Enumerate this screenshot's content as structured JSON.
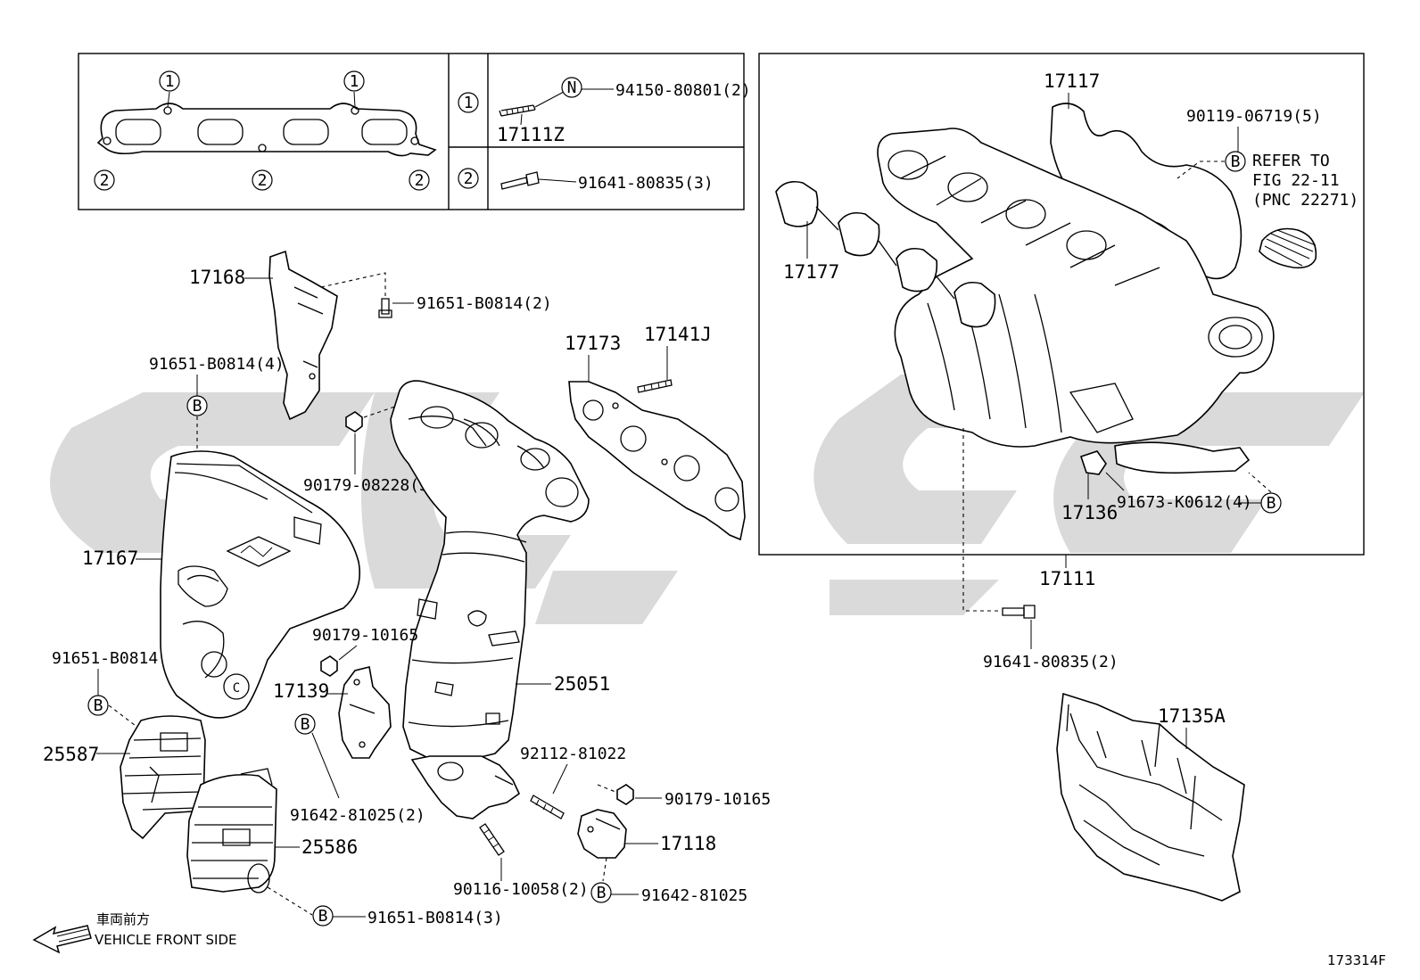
{
  "inset": {
    "ref_circle_1": "1",
    "ref_circle_2": "2",
    "row1": {
      "ref": "1",
      "part": "17111Z",
      "nut_mark": "N",
      "nut_part": "94150-80801(2)"
    },
    "row2": {
      "ref": "2",
      "bolt_part": "91641-80835(3)"
    }
  },
  "intake_box": {
    "manifold": "17111",
    "cover": "17117",
    "gasket": "17177",
    "bracket": "17136",
    "bolt_top": "90119-06719(5)",
    "bolt_bottom": "91673-K0612(4)",
    "refer": [
      "REFER TO",
      "FIG 22-11",
      "(PNC 22271)"
    ],
    "mark_b": "B"
  },
  "labels": {
    "p17168": "17168",
    "p91651_b0814_2": "91651-B0814(2)",
    "p91651_b0814_4": "91651-B0814(4)",
    "p90179_08228": "90179-08228(5)",
    "p17173": "17173",
    "p17141j": "17141J",
    "p17167": "17167",
    "p91651_b0814": "91651-B0814",
    "p90179_10165_a": "90179-10165",
    "p17139": "17139",
    "p25051": "25051",
    "p25587": "25587",
    "p91642_81025_2": "91642-81025(2)",
    "p92112_81022": "92112-81022",
    "p90179_10165_b": "90179-10165",
    "p25586": "25586",
    "p17118": "17118",
    "p90116_10058": "90116-10058(2)",
    "p91642_81025": "91642-81025",
    "p91651_b0814_3": "91651-B0814(3)",
    "p91641_80835_2": "91641-80835(2)",
    "p17135a": "17135A",
    "mark_b": "B",
    "mark_c": "C"
  },
  "legend": {
    "japanese": "車両前方",
    "english": "VEHICLE FRONT SIDE"
  },
  "figure_id": "173314F",
  "colors": {
    "line": "#000000",
    "watermark": "#cfcfcf",
    "background": "#ffffff"
  }
}
